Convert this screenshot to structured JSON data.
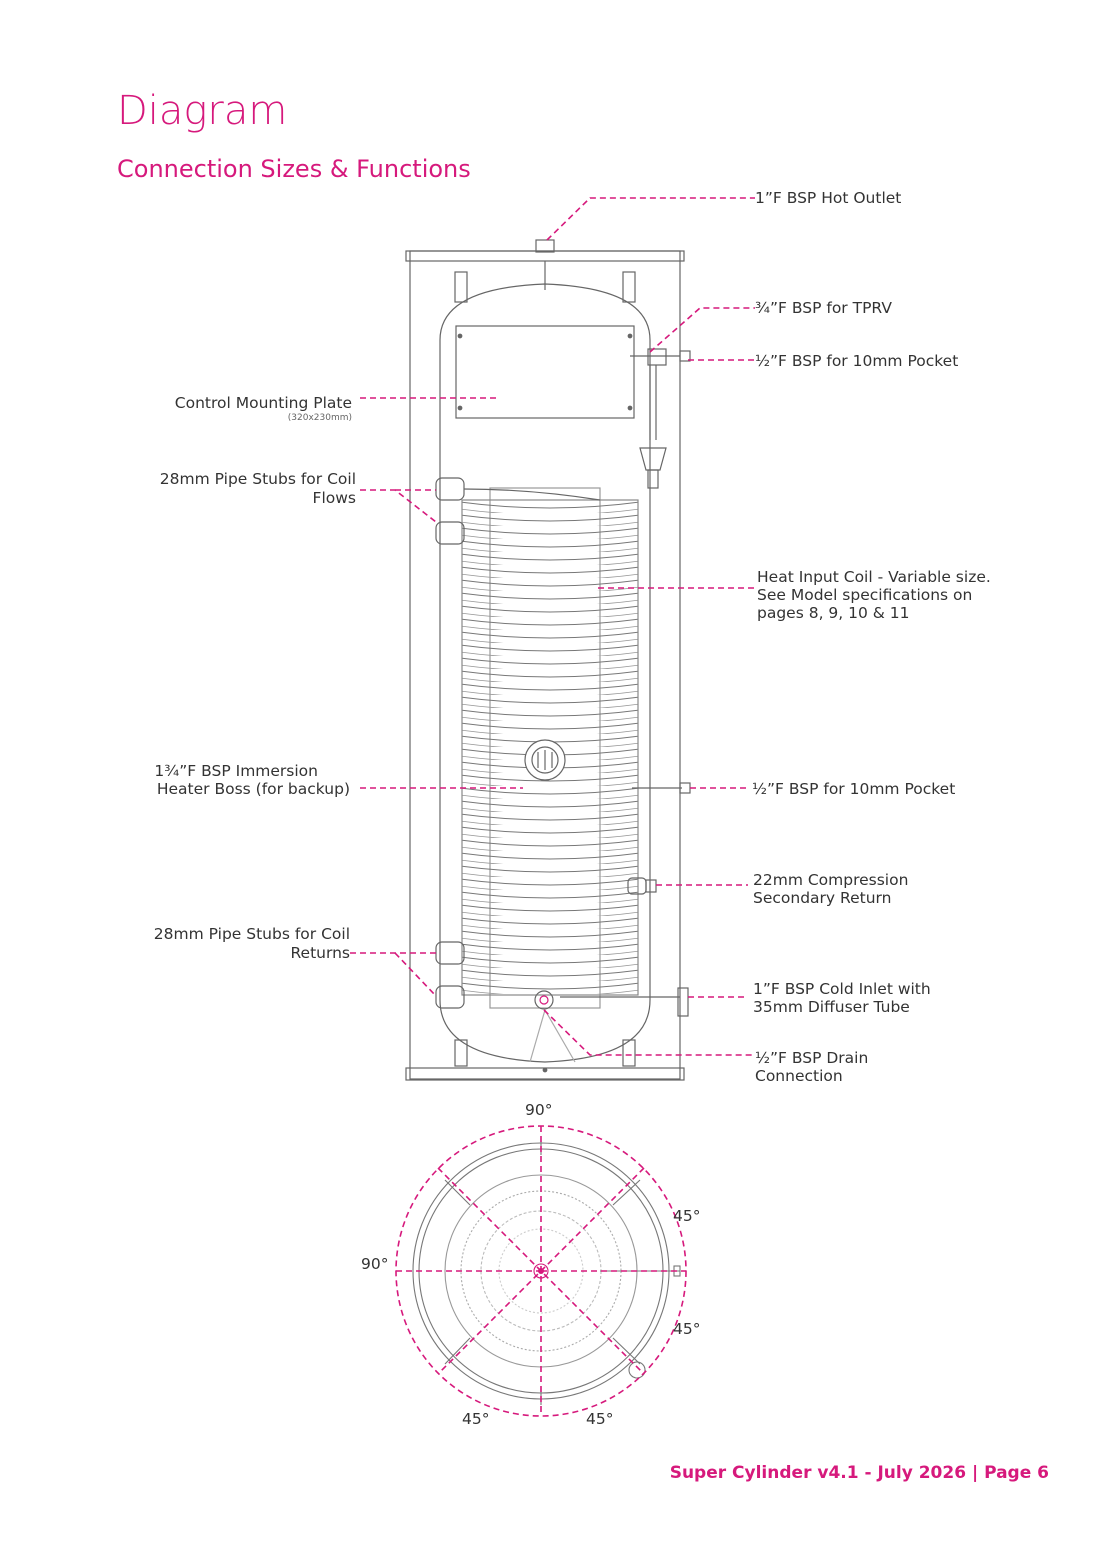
{
  "page": {
    "title": "Diagram",
    "subtitle": "Connection Sizes & Functions",
    "footer": "Super Cylinder v4.1 - July 2026 | Page 6"
  },
  "colors": {
    "accent": "#d6197c",
    "line": "#555555",
    "text": "#333333"
  },
  "labels": {
    "hot_outlet": "1”F BSP Hot Outlet",
    "tprv": "¾”F BSP for TPRV",
    "pocket_top": "½”F BSP for 10mm Pocket",
    "control_plate": "Control Mounting Plate",
    "control_plate_size": "(320x230mm)",
    "coil_flows_1": "28mm Pipe Stubs for Coil",
    "coil_flows_2": "Flows",
    "heat_coil_1": "Heat Input Coil - Variable size.",
    "heat_coil_2": "See Model specifications on",
    "heat_coil_3": "pages 8, 9, 10 & 11",
    "immersion_1": "1¾”F BSP Immersion",
    "immersion_2": "Heater Boss (for backup)",
    "pocket_mid": "½”F BSP for 10mm Pocket",
    "sec_return_1": "22mm Compression",
    "sec_return_2": "Secondary Return",
    "coil_returns_1": "28mm Pipe Stubs for Coil",
    "coil_returns_2": "Returns",
    "cold_inlet_1": "1”F BSP Cold Inlet with",
    "cold_inlet_2": "35mm Diffuser Tube",
    "drain_1": "½”F BSP Drain",
    "drain_2": "Connection"
  },
  "angles": {
    "top": "90°",
    "left": "90°",
    "right_upper": "45°",
    "right_lower": "45°",
    "bottom_left": "45°",
    "bottom_right": "45°"
  }
}
